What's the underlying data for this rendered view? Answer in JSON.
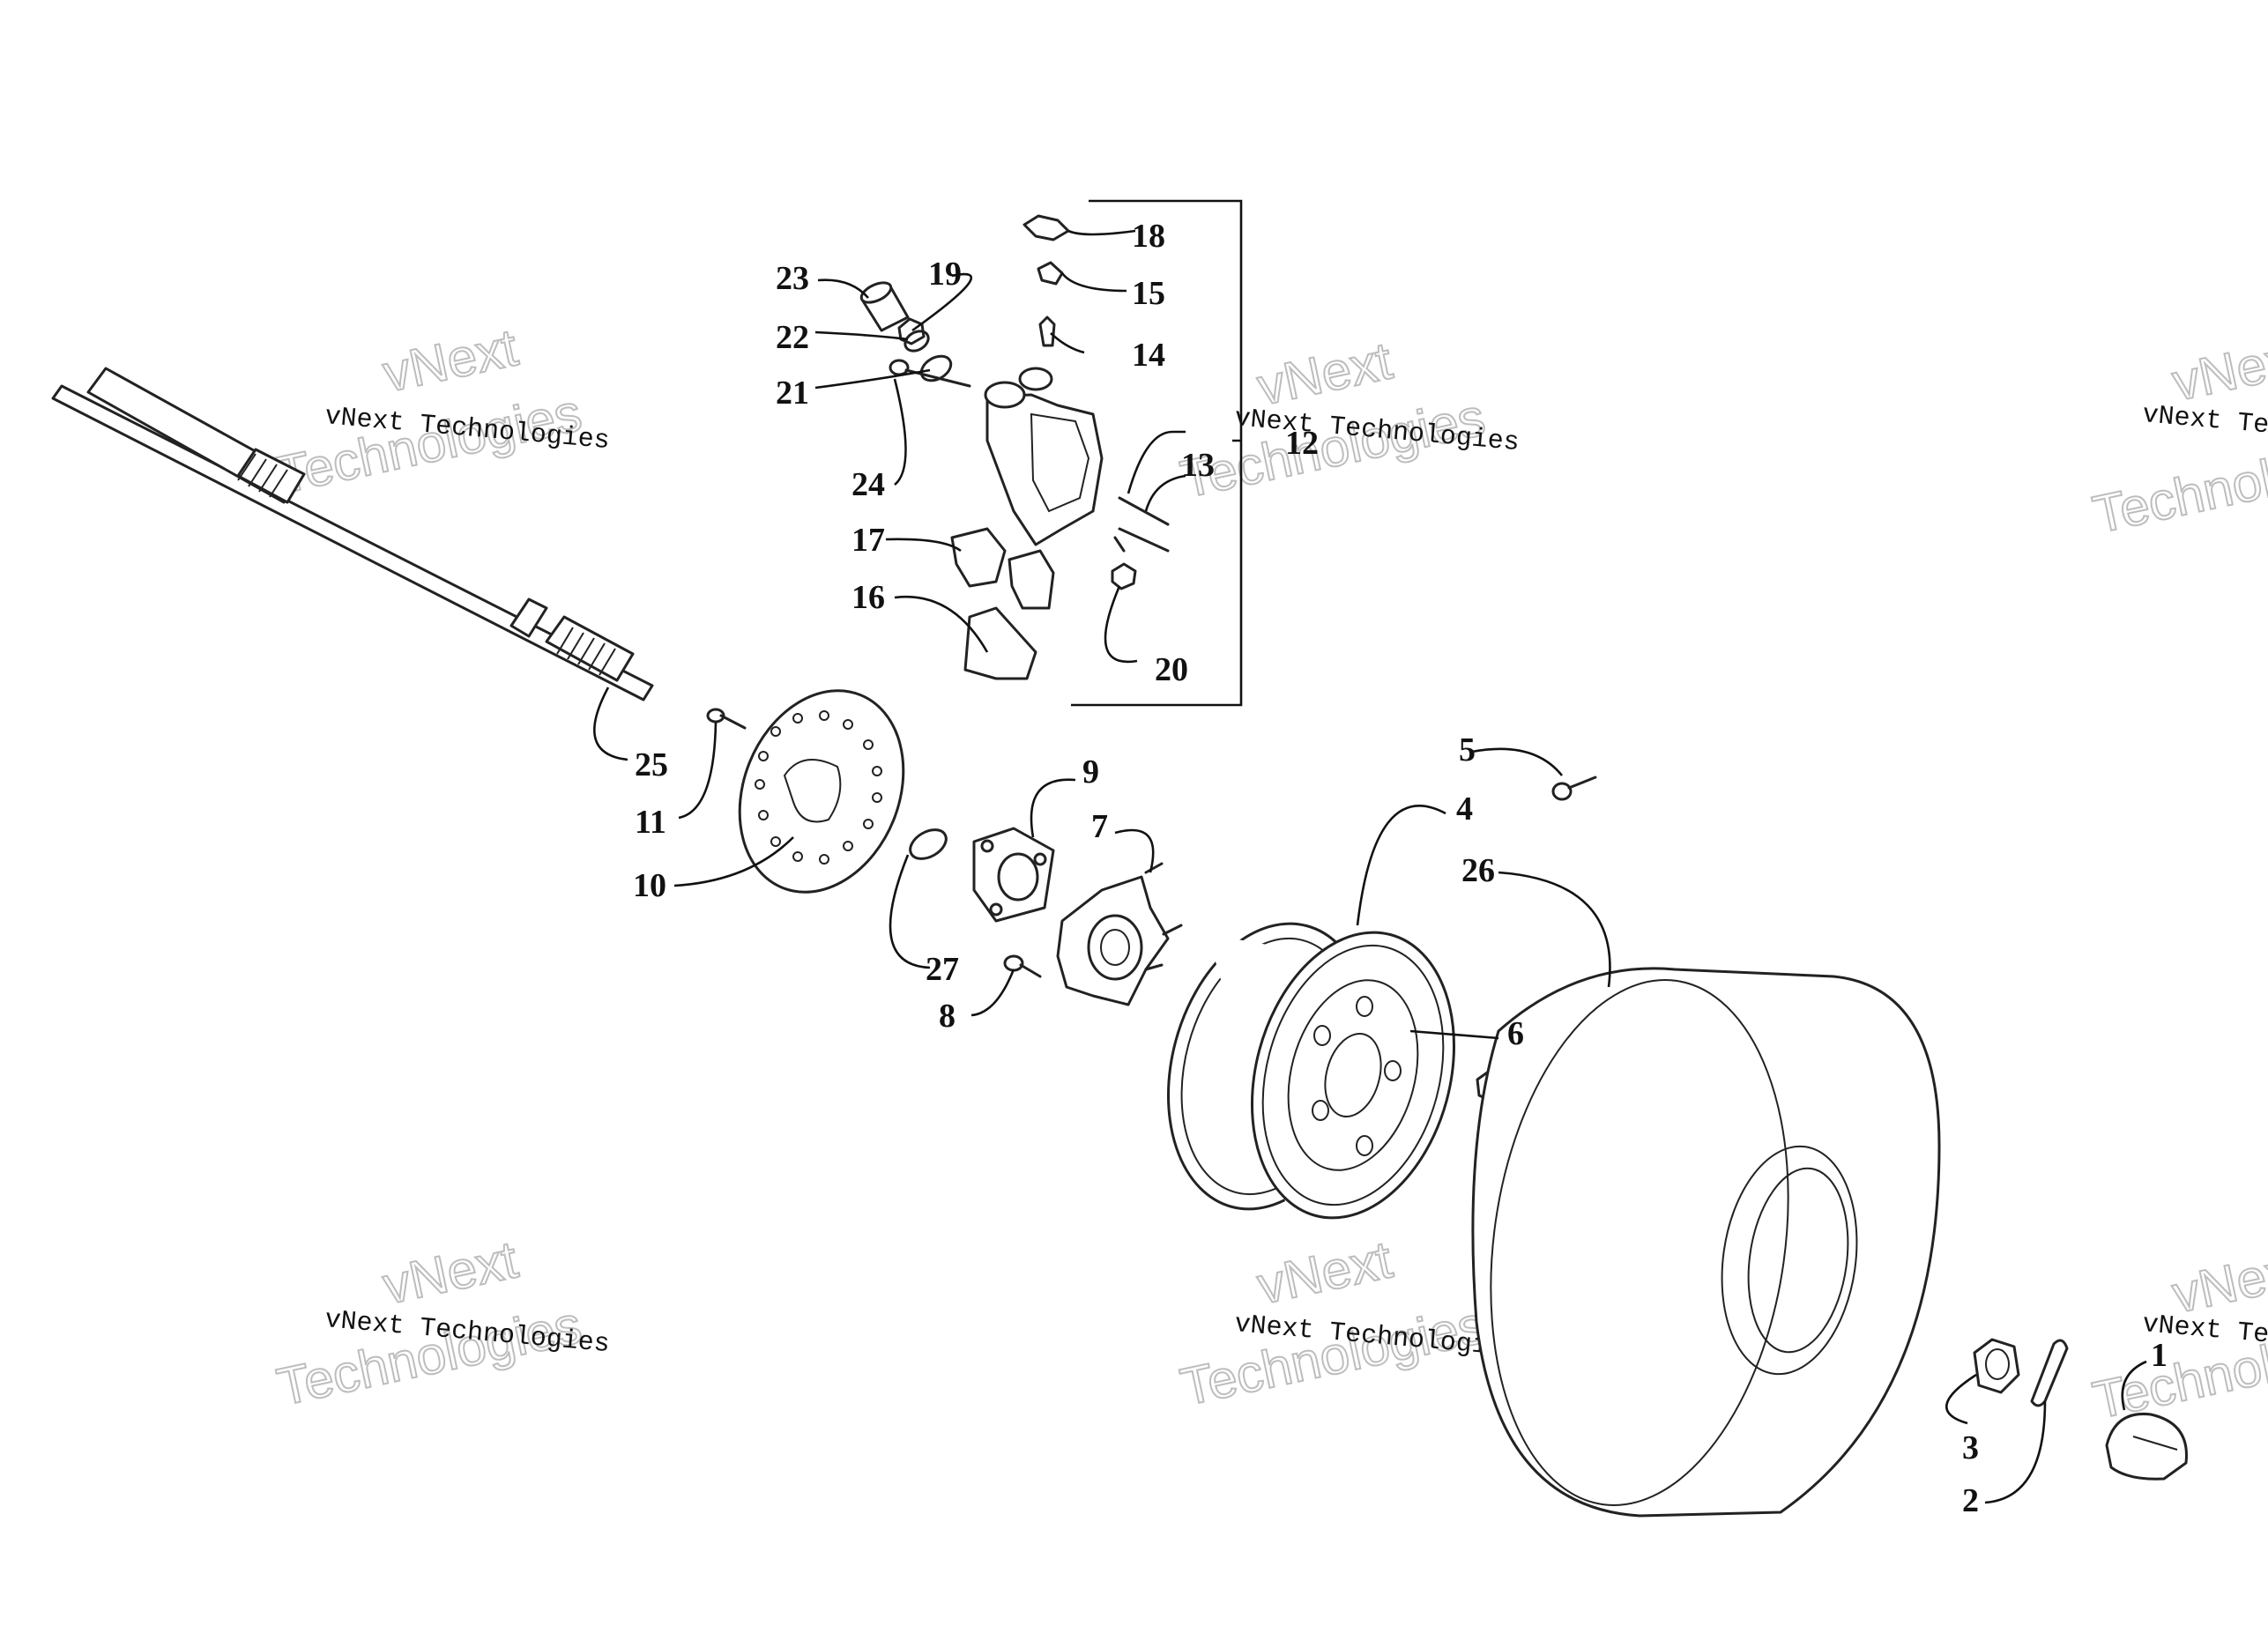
{
  "callouts": [
    {
      "id": "1",
      "label": "1"
    },
    {
      "id": "2",
      "label": "2"
    },
    {
      "id": "3",
      "label": "3"
    },
    {
      "id": "4",
      "label": "4"
    },
    {
      "id": "5",
      "label": "5"
    },
    {
      "id": "6",
      "label": "6"
    },
    {
      "id": "7",
      "label": "7"
    },
    {
      "id": "8",
      "label": "8"
    },
    {
      "id": "9",
      "label": "9"
    },
    {
      "id": "10",
      "label": "10"
    },
    {
      "id": "11",
      "label": "11"
    },
    {
      "id": "12",
      "label": "12"
    },
    {
      "id": "13",
      "label": "13"
    },
    {
      "id": "14",
      "label": "14"
    },
    {
      "id": "15",
      "label": "15"
    },
    {
      "id": "16",
      "label": "16"
    },
    {
      "id": "17",
      "label": "17"
    },
    {
      "id": "18",
      "label": "18"
    },
    {
      "id": "19",
      "label": "19"
    },
    {
      "id": "20",
      "label": "20"
    },
    {
      "id": "21",
      "label": "21"
    },
    {
      "id": "22",
      "label": "22"
    },
    {
      "id": "23",
      "label": "23"
    },
    {
      "id": "24",
      "label": "24"
    },
    {
      "id": "25",
      "label": "25"
    },
    {
      "id": "26",
      "label": "26"
    },
    {
      "id": "27",
      "label": "27"
    }
  ],
  "watermark": {
    "line_small": "vNext Technologies",
    "line_big_1": "vNext",
    "line_big_2": "Technologies"
  },
  "colors": {
    "line": "#222222",
    "watermark_outline": "#bdbdbd",
    "background": "#ffffff"
  }
}
